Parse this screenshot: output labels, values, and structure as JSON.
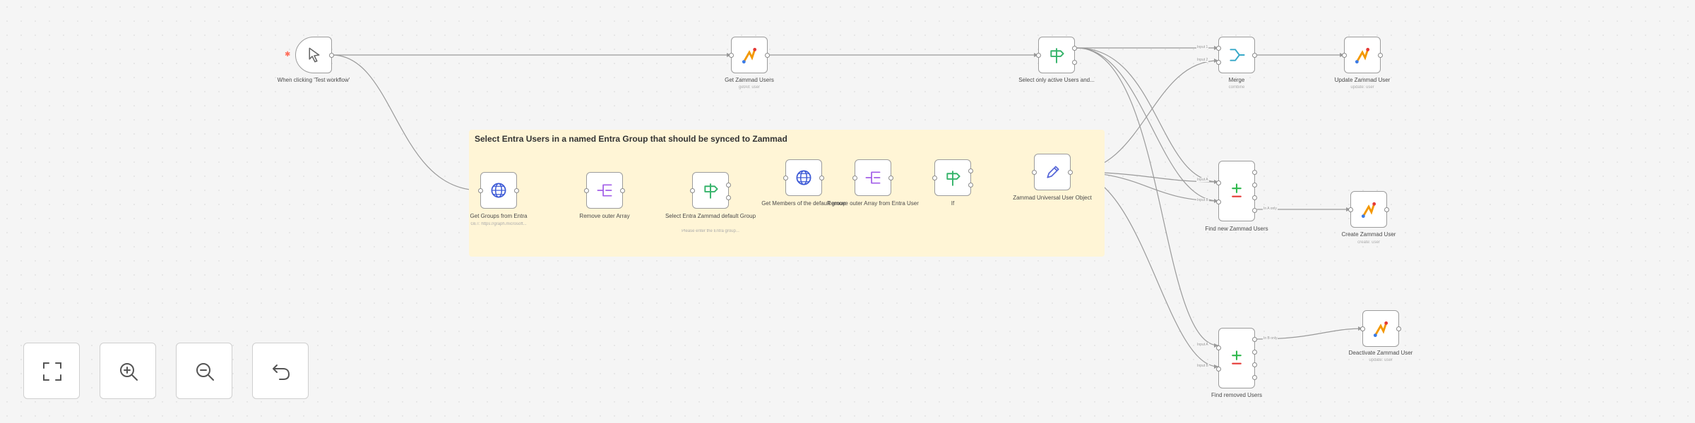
{
  "sticky_note": {
    "title": "Select Entra Users in a named Entra Group that should be synced to Zammad"
  },
  "nodes": {
    "trigger": {
      "label": "When clicking 'Test workflow'"
    },
    "get_zammad_users": {
      "label": "Get Zammad Users",
      "sublabel": "getAll: user"
    },
    "select_active": {
      "label": "Select only active Users and...",
      "sublabel": ""
    },
    "merge": {
      "label": "Merge",
      "sublabel": "combine"
    },
    "update_user": {
      "label": "Update Zammad User",
      "sublabel": "update: user"
    },
    "get_groups": {
      "label": "Get Groups from Entra",
      "sublabel": "GET: https://graph.microsoft..."
    },
    "remove_outer_1": {
      "label": "Remove outer Array"
    },
    "select_group": {
      "label": "Select Entra Zammad default Group",
      "sublabel": "Please enter the Entra group..."
    },
    "get_members": {
      "label": "Get Members of the default group"
    },
    "remove_outer_2": {
      "label": "Remove outer Array from Entra User"
    },
    "if_node": {
      "label": "If"
    },
    "universal_user": {
      "label": "Zammad Universal User Object"
    },
    "find_new": {
      "label": "Find new Zammad Users"
    },
    "create_user": {
      "label": "Create Zammad User",
      "sublabel": "create: user"
    },
    "find_removed": {
      "label": "Find removed Users"
    },
    "deactivate_user": {
      "label": "Deactivate Zammad User",
      "sublabel": "update: user"
    }
  },
  "edge_labels": {
    "merge_in1": "Input 1",
    "merge_in2": "Input 2",
    "findnew_in_a": "Input A",
    "findnew_in_b": "Input B",
    "findnew_out": "In A only",
    "findrem_in_a": "Input A",
    "findrem_in_b": "Input B",
    "findrem_out": "In B only"
  },
  "controls": {
    "fit": "fit-view-icon",
    "zoom_in": "zoom-in-icon",
    "zoom_out": "zoom-out-icon",
    "undo": "undo-icon"
  },
  "colors": {
    "sticky": "#fff5d6",
    "canvas": "#f5f5f5",
    "zammad_orange": "#f39804",
    "entra_blue": "#3d5ad6",
    "merge_teal": "#36a8c8",
    "remove_purple": "#a25ee8",
    "if_green": "#35b36a",
    "edit_blue": "#5566d8",
    "compare_green": "#2eb84c",
    "compare_red": "#e53935"
  }
}
